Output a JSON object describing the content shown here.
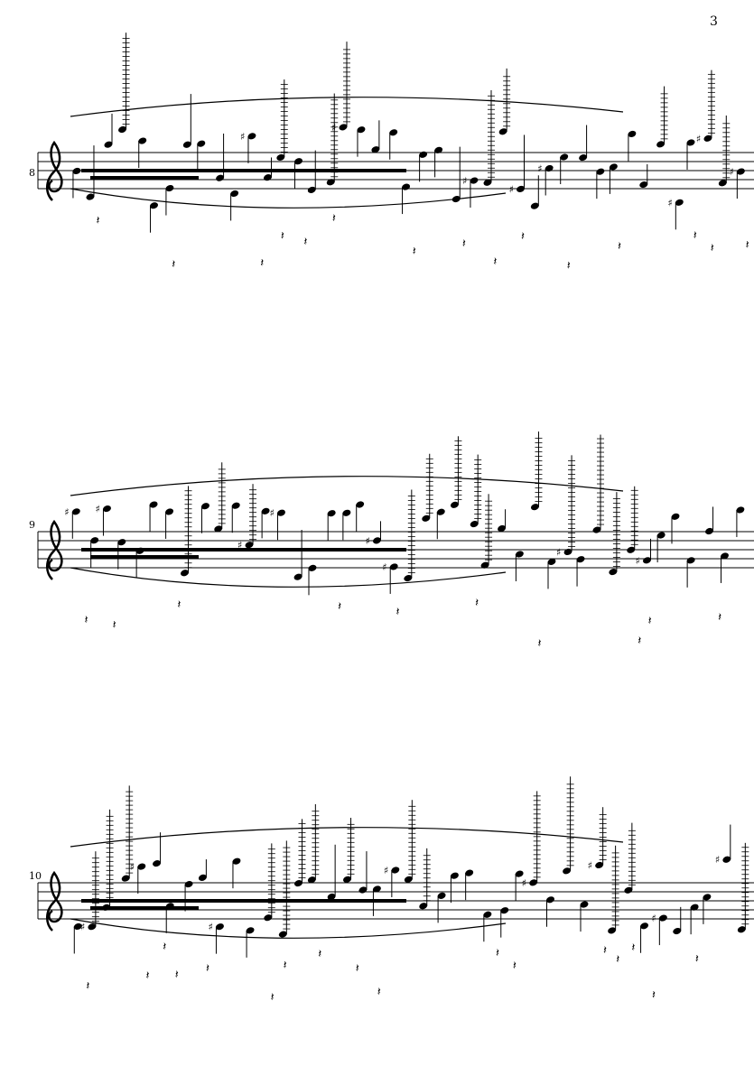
{
  "page": {
    "page_number": "3"
  },
  "systems": [
    {
      "measure_number": "8"
    },
    {
      "measure_number": "9"
    },
    {
      "measure_number": "10"
    }
  ],
  "colors": {
    "ink": "#000000",
    "paper": "#ffffff"
  },
  "icons": {
    "clef": "treble-clef-icon",
    "notehead": "filled-notehead-icon",
    "rest": "quarter-rest-icon"
  }
}
